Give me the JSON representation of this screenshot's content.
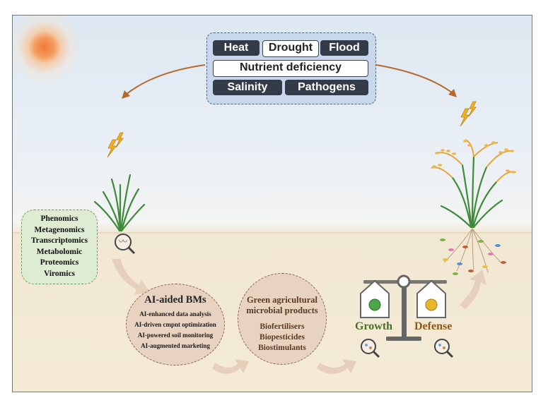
{
  "stressors": {
    "heat": "Heat",
    "drought": "Drought",
    "flood": "Flood",
    "nutrient": "Nutrient deficiency",
    "salinity": "Salinity",
    "pathogens": "Pathogens"
  },
  "omics": [
    "Phenomics",
    "Metagenomics",
    "Transcriptomics",
    "Metabolomic",
    "Proteomics",
    "Viromics"
  ],
  "ai_bms": {
    "title": "AI-aided BMs",
    "items": [
      "AI-enhanced data analysis",
      "AI-driven cmpnt optimization",
      "AI-powered soil monitoring",
      "AI-augmented  marketing"
    ]
  },
  "products": {
    "title_line1": "Green agricultural",
    "title_line2": "microbial products",
    "items": [
      "Biofertilisers",
      "Biopesticides",
      "Biostimulants"
    ]
  },
  "balance": {
    "growth": "Growth",
    "defense": "Defense"
  },
  "colors": {
    "sky": "#e2ebf3",
    "soil": "#f3e9d5",
    "arrow": "#b5692a",
    "stress_box": "#c8d7eb",
    "omics_box": "#dfecd4",
    "circle": "#e8d3c0",
    "growth": "#4b6d26",
    "defense": "#8a5a17"
  }
}
